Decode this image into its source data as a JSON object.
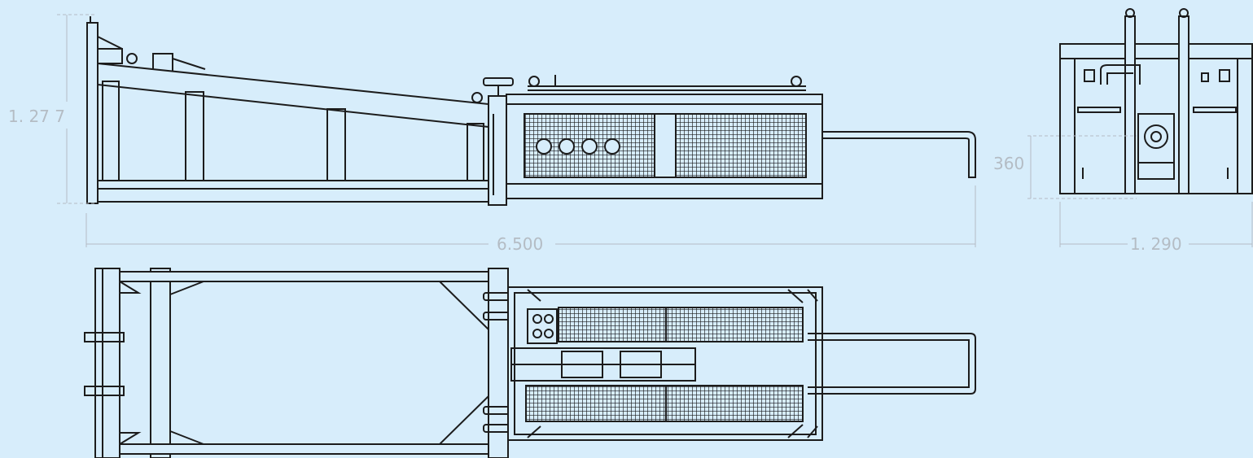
{
  "dimensions": {
    "height_side": "1. 27 7",
    "length_total": "6.500",
    "height_end": "360",
    "width_end": "1. 290"
  },
  "colors": {
    "background": "#d7edfb",
    "line": "#1c1c1c",
    "dimension": "#b4bcc4"
  }
}
